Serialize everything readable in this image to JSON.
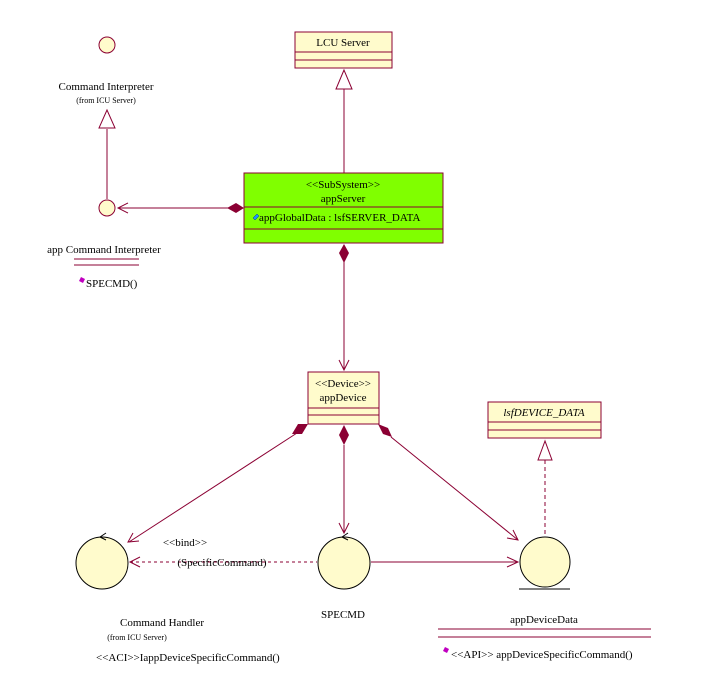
{
  "colors": {
    "line": "#8b0033",
    "class_fill": "#fffbcc",
    "subsystem_fill": "#80ff00",
    "circle_stroke": "#000000"
  },
  "classes": {
    "lcu_server": {
      "name": "LCU Server"
    },
    "app_server": {
      "stereotype": "<<SubSystem>>",
      "name": "appServer",
      "attribute": "appGlobalData : lsfSERVER_DATA"
    },
    "app_device": {
      "stereotype": "<<Device>>",
      "name": "appDevice"
    },
    "lsf_device_data": {
      "name": "lsfDEVICE_DATA"
    }
  },
  "interfaces": {
    "command_interpreter": {
      "name": "Command Interpreter",
      "from": "(from ICU Server)"
    },
    "app_command_interpreter": {
      "name": "app Command Interpreter",
      "operation": "SPECMD()"
    }
  },
  "components": {
    "command_handler": {
      "name": "Command Handler",
      "from": "(from ICU Server)",
      "operation": "<<ACI>>IappDeviceSpecificCommand()"
    },
    "specmd": {
      "name": "SPECMD"
    },
    "app_device_data": {
      "name": "appDeviceData",
      "operation": "<<API>> appDeviceSpecificCommand()"
    }
  },
  "relations": {
    "bind_stereotype": "<<bind>>",
    "bind_param": "(SpecificCommand)"
  }
}
